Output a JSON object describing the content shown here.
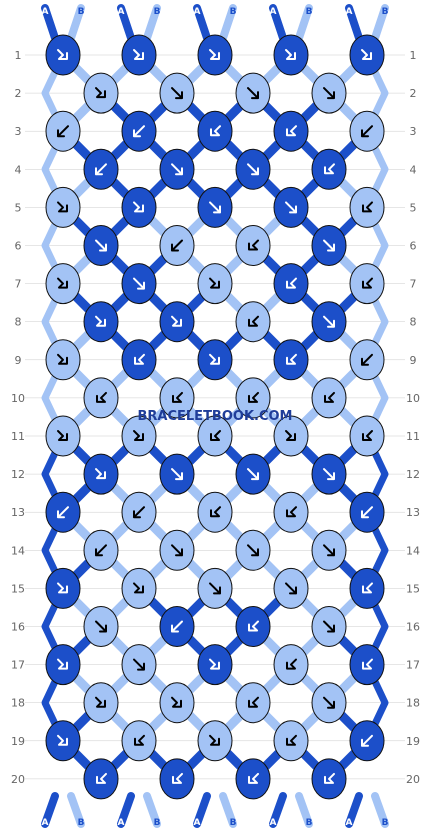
{
  "watermark": "BRACELETBOOK.COM",
  "colors": {
    "A": "#1c4fc9",
    "B": "#a3c3f5",
    "outline": "#111111",
    "grid_line": "#cccccc"
  },
  "top_threads": [
    "A",
    "B",
    "A",
    "B",
    "A",
    "B",
    "A",
    "B",
    "A",
    "B"
  ],
  "bottom_threads": [
    "A",
    "B",
    "A",
    "B",
    "A",
    "B",
    "A",
    "B",
    "A",
    "B"
  ],
  "row_labels": [
    "1",
    "2",
    "3",
    "4",
    "5",
    "6",
    "7",
    "8",
    "9",
    "10",
    "11",
    "12",
    "13",
    "14",
    "15",
    "16",
    "17",
    "18",
    "19",
    "20"
  ],
  "rows": [
    [
      {
        "c": "A",
        "d": "br"
      },
      {
        "c": "A",
        "d": "br"
      },
      {
        "c": "A",
        "d": "br"
      },
      {
        "c": "A",
        "d": "br"
      },
      {
        "c": "A",
        "d": "br"
      }
    ],
    [
      {
        "c": "B",
        "d": "br"
      },
      {
        "c": "B",
        "d": "dr"
      },
      {
        "c": "B",
        "d": "dr"
      },
      {
        "c": "B",
        "d": "dr"
      }
    ],
    [
      {
        "c": "B",
        "d": "dl"
      },
      {
        "c": "A",
        "d": "dl"
      },
      {
        "c": "A",
        "d": "bl"
      },
      {
        "c": "A",
        "d": "bl"
      },
      {
        "c": "B",
        "d": "dl"
      }
    ],
    [
      {
        "c": "A",
        "d": "dl"
      },
      {
        "c": "A",
        "d": "dr"
      },
      {
        "c": "A",
        "d": "dr"
      },
      {
        "c": "A",
        "d": "bl"
      }
    ],
    [
      {
        "c": "B",
        "d": "br"
      },
      {
        "c": "A",
        "d": "br"
      },
      {
        "c": "A",
        "d": "dr"
      },
      {
        "c": "A",
        "d": "dr"
      },
      {
        "c": "B",
        "d": "bl"
      }
    ],
    [
      {
        "c": "A",
        "d": "dr"
      },
      {
        "c": "B",
        "d": "dl"
      },
      {
        "c": "B",
        "d": "bl"
      },
      {
        "c": "A",
        "d": "dr"
      }
    ],
    [
      {
        "c": "B",
        "d": "br"
      },
      {
        "c": "A",
        "d": "dr"
      },
      {
        "c": "B",
        "d": "br"
      },
      {
        "c": "A",
        "d": "bl"
      },
      {
        "c": "B",
        "d": "bl"
      }
    ],
    [
      {
        "c": "A",
        "d": "br"
      },
      {
        "c": "A",
        "d": "br"
      },
      {
        "c": "B",
        "d": "bl"
      },
      {
        "c": "A",
        "d": "dr"
      }
    ],
    [
      {
        "c": "B",
        "d": "br"
      },
      {
        "c": "A",
        "d": "bl"
      },
      {
        "c": "A",
        "d": "br"
      },
      {
        "c": "A",
        "d": "bl"
      },
      {
        "c": "B",
        "d": "dl"
      }
    ],
    [
      {
        "c": "B",
        "d": "bl"
      },
      {
        "c": "B",
        "d": "bl"
      },
      {
        "c": "B",
        "d": "bl"
      },
      {
        "c": "B",
        "d": "bl"
      }
    ],
    [
      {
        "c": "B",
        "d": "br"
      },
      {
        "c": "B",
        "d": "br"
      },
      {
        "c": "B",
        "d": "bl"
      },
      {
        "c": "B",
        "d": "br"
      },
      {
        "c": "B",
        "d": "bl"
      }
    ],
    [
      {
        "c": "A",
        "d": "br"
      },
      {
        "c": "A",
        "d": "dr"
      },
      {
        "c": "A",
        "d": "dr"
      },
      {
        "c": "A",
        "d": "dr"
      }
    ],
    [
      {
        "c": "A",
        "d": "dl"
      },
      {
        "c": "B",
        "d": "dl"
      },
      {
        "c": "B",
        "d": "bl"
      },
      {
        "c": "B",
        "d": "bl"
      },
      {
        "c": "A",
        "d": "dl"
      }
    ],
    [
      {
        "c": "B",
        "d": "dl"
      },
      {
        "c": "B",
        "d": "dr"
      },
      {
        "c": "B",
        "d": "dr"
      },
      {
        "c": "B",
        "d": "dr"
      }
    ],
    [
      {
        "c": "A",
        "d": "br"
      },
      {
        "c": "B",
        "d": "br"
      },
      {
        "c": "B",
        "d": "dr"
      },
      {
        "c": "B",
        "d": "dr"
      },
      {
        "c": "A",
        "d": "bl"
      }
    ],
    [
      {
        "c": "B",
        "d": "dr"
      },
      {
        "c": "A",
        "d": "dl"
      },
      {
        "c": "A",
        "d": "bl"
      },
      {
        "c": "B",
        "d": "dr"
      }
    ],
    [
      {
        "c": "A",
        "d": "br"
      },
      {
        "c": "B",
        "d": "dr"
      },
      {
        "c": "A",
        "d": "br"
      },
      {
        "c": "B",
        "d": "bl"
      },
      {
        "c": "A",
        "d": "bl"
      }
    ],
    [
      {
        "c": "B",
        "d": "br"
      },
      {
        "c": "B",
        "d": "br"
      },
      {
        "c": "B",
        "d": "bl"
      },
      {
        "c": "B",
        "d": "dr"
      }
    ],
    [
      {
        "c": "A",
        "d": "br"
      },
      {
        "c": "B",
        "d": "bl"
      },
      {
        "c": "B",
        "d": "br"
      },
      {
        "c": "B",
        "d": "bl"
      },
      {
        "c": "A",
        "d": "dl"
      }
    ],
    [
      {
        "c": "A",
        "d": "bl"
      },
      {
        "c": "A",
        "d": "bl"
      },
      {
        "c": "A",
        "d": "bl"
      },
      {
        "c": "A",
        "d": "bl"
      }
    ]
  ]
}
